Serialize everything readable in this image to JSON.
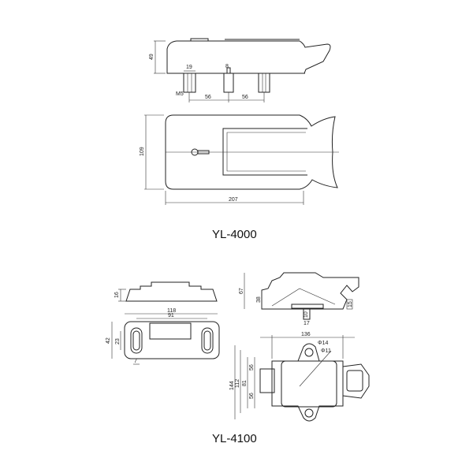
{
  "models": [
    {
      "name": "YL-4000",
      "dimensions": {
        "height": "49",
        "stud_width": "19",
        "pin": "8",
        "thread": "M5",
        "spacing_1": "56",
        "spacing_2": "56",
        "width": "109",
        "length": "207"
      }
    },
    {
      "name": "YL-4100",
      "dimensions": {
        "strike_height": "16",
        "strike_length": "118",
        "slot_spacing": "91",
        "strike_width": "42",
        "slot_length": "23",
        "slot_width": "7",
        "body_height": "67",
        "body_step": "38",
        "foot": "15",
        "pin_h": "10",
        "pin_w": "17",
        "body_length": "136",
        "hole_large": "Φ14",
        "hole_small": "Φ11",
        "span_1": "56",
        "span_2": "81",
        "span_3": "56",
        "overall": "144",
        "mount": "112"
      }
    }
  ]
}
